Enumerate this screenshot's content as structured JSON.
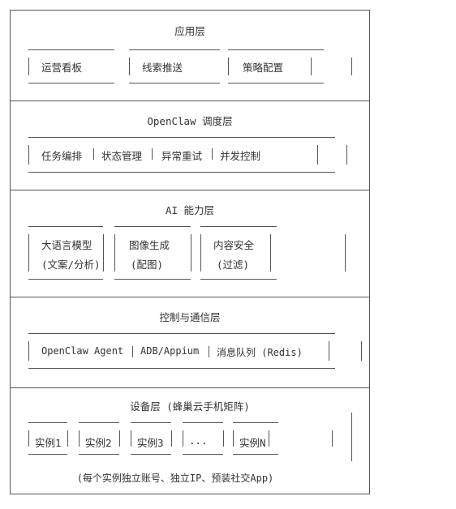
{
  "layers": {
    "app": {
      "title": "应用层",
      "items": [
        "运营看板",
        "线索推送",
        "策略配置"
      ]
    },
    "openclaw": {
      "title": "OpenClaw 调度层",
      "items": [
        "任务编排",
        "状态管理",
        "异常重试",
        "并发控制"
      ]
    },
    "ai": {
      "title": "AI 能力层",
      "items": [
        {
          "line1": "大语言模型",
          "line2": "(文案/分析)"
        },
        {
          "line1": "图像生成",
          "line2": "(配图)"
        },
        {
          "line1": "内容安全",
          "line2": "(过滤)"
        }
      ]
    },
    "control": {
      "title": "控制与通信层",
      "items": [
        "OpenClaw Agent",
        "ADB/Appium",
        "消息队列 (Redis)"
      ]
    },
    "device": {
      "title": "设备层 (蜂巢云手机矩阵)",
      "items": [
        "实例1",
        "实例2",
        "实例3",
        "...",
        "实例N"
      ],
      "note": "(每个实例独立账号、独立IP、预装社交App)"
    }
  }
}
